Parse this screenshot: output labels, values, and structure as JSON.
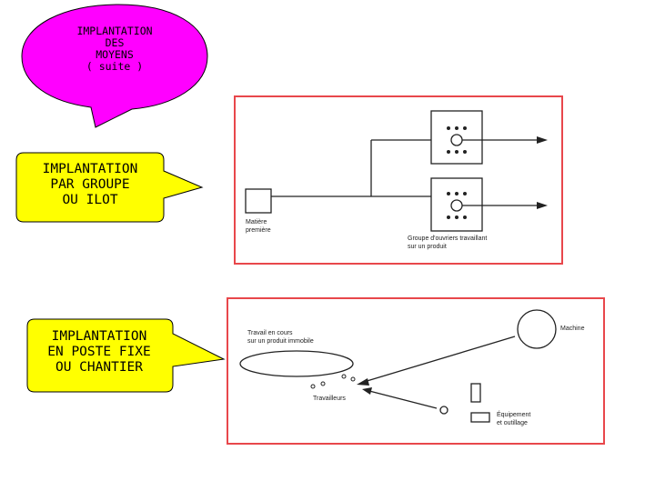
{
  "title_bubble": {
    "lines": [
      "IMPLANTATION",
      "DES",
      "MOYENS",
      "( suite )"
    ],
    "color": "#ff00ff"
  },
  "callout_ilot": {
    "lines": [
      "IMPLANTATION",
      "PAR GROUPE",
      "OU ILOT"
    ],
    "color": "#ffff00"
  },
  "callout_poste": {
    "lines": [
      "IMPLANTATION",
      "EN POSTE FIXE",
      "OU CHANTIER"
    ],
    "color": "#ffff00"
  },
  "diagram_ilot": {
    "border_color": "#e8474b",
    "matiere_label": [
      "Matière",
      "première"
    ],
    "groupe_label": [
      "Groupe d'ouvriers travaillant",
      "sur un produit"
    ]
  },
  "diagram_poste": {
    "border_color": "#e8474b",
    "travail_label": [
      "Travail en cours",
      "sur un produit immobile"
    ],
    "machine_label": "Machine",
    "travailleurs_label": "Travailleurs",
    "equipement_label": [
      "Équipement",
      "et outillage"
    ]
  }
}
